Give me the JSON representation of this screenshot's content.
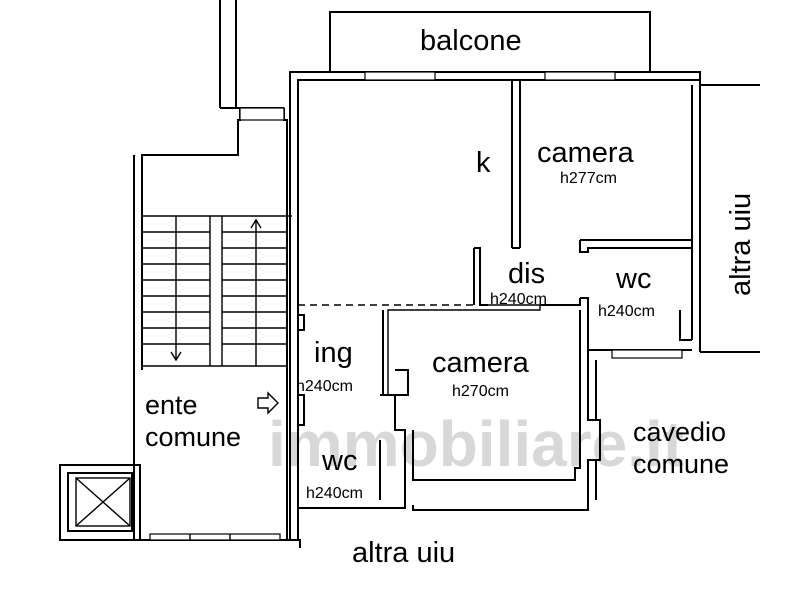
{
  "labels": {
    "balcony": "balcone",
    "kitchen": "k",
    "bedroom1": "camera",
    "bedroom1_height": "h277cm",
    "other_unit_right": "altra uiu",
    "dis": "dis",
    "dis_height": "h240cm",
    "wc1": "wc",
    "wc1_height": "h240cm",
    "ing": "ing",
    "ing_height": "h240cm",
    "bedroom2": "camera",
    "bedroom2_height": "h270cm",
    "common_line1": "ente",
    "common_line2": "comune",
    "courtyard_line1": "cavedio",
    "courtyard_line2": "comune",
    "wc2": "wc",
    "wc2_height": "h240cm",
    "other_unit_bottom": "altra uiu",
    "watermark": "immobiliare.it"
  }
}
